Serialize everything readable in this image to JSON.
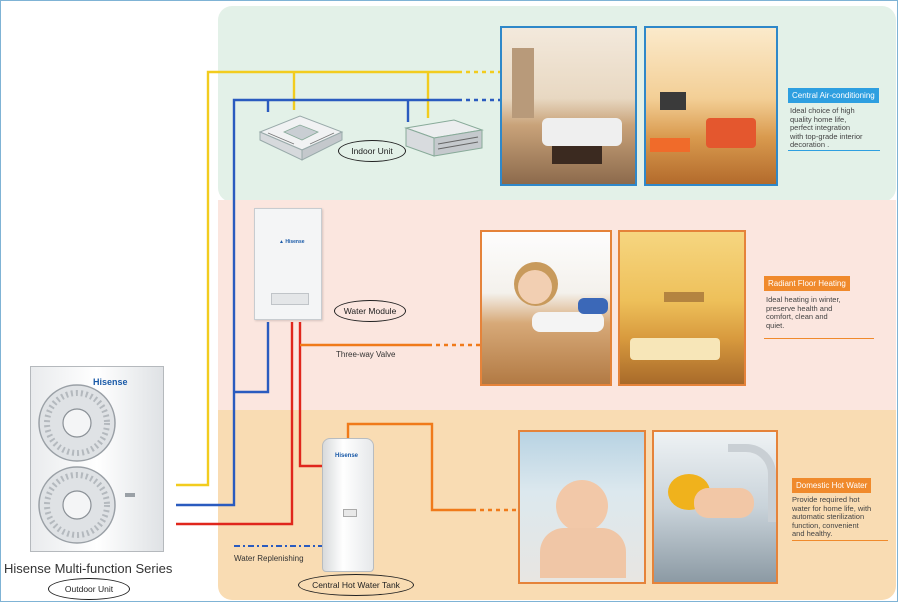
{
  "sections": {
    "central_ac": {
      "title": "Central Air-conditioning",
      "description": [
        "Ideal choice of high",
        "quality home life,",
        "perfect integration",
        "with top-grade interior",
        "decoration ."
      ],
      "accent": "#2e9fe0"
    },
    "floor_heating": {
      "title": "Radiant Floor Heating",
      "description": [
        "Ideal heating in winter,",
        "preserve health and",
        "comfort, clean and",
        "quiet."
      ],
      "accent": "#f08a2c"
    },
    "hot_water": {
      "title": "Domestic Hot Water",
      "description": [
        "Provide required hot",
        "water for home life, with",
        "automatic sterilization",
        "function, convenient",
        "and healthy."
      ],
      "accent": "#f08a2c"
    }
  },
  "labels": {
    "indoor_unit": "Indoor Unit",
    "water_module": "Water Module",
    "three_way_valve": "Three-way Valve",
    "water_replenishing": "Water Replenishing",
    "hot_water_tank": "Central Hot Water Tank",
    "outdoor_unit": "Outdoor Unit",
    "series_title": "Hisense Multi-function Series"
  },
  "brand": {
    "name": "Hisense"
  },
  "colors": {
    "yellow_pipe": "#f2cc1e",
    "blue_pipe": "#2a5bbf",
    "red_pipe": "#e0261c",
    "orange_pipe": "#f07a1a",
    "band_green": "#e3f1e8",
    "band_pink": "#fbe6df",
    "band_orange": "#f9dcb3"
  }
}
